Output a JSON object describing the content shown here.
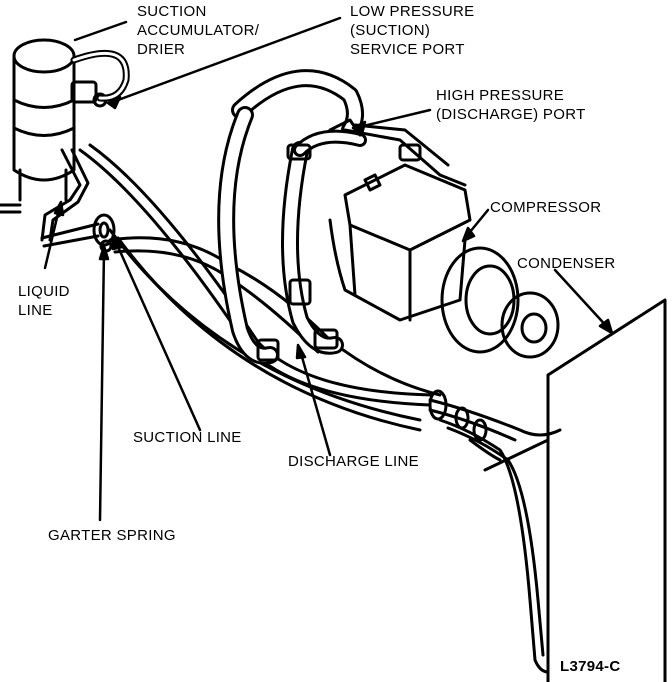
{
  "labels": {
    "suction_accumulator": [
      "SUCTION",
      "ACCUMULATOR/",
      "DRIER"
    ],
    "low_pressure_port": [
      "LOW PRESSURE",
      "(SUCTION)",
      "SERVICE PORT"
    ],
    "high_pressure_port": [
      "HIGH PRESSURE",
      "(DISCHARGE) PORT"
    ],
    "compressor": "COMPRESSOR",
    "condenser": "CONDENSER",
    "liquid_line": [
      "LIQUID",
      "LINE"
    ],
    "suction_line": "SUCTION LINE",
    "discharge_line": "DISCHARGE LINE",
    "garter_spring": "GARTER SPRING"
  },
  "figure_code": "L3794-C",
  "colors": {
    "ink": "#000000",
    "paper": "#ffffff"
  }
}
